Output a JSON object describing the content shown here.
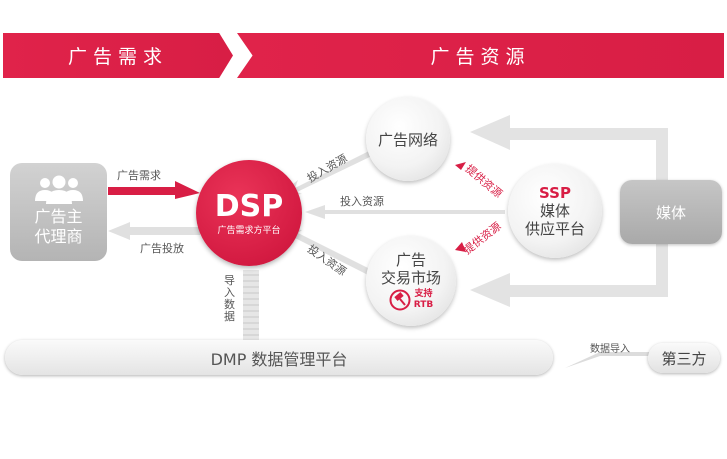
{
  "banner": {
    "left_title": "广告需求",
    "right_title": "广告资源"
  },
  "advertiser": {
    "icon": "people-group-icon",
    "line1": "广告主",
    "line2": "代理商"
  },
  "arrows": {
    "demand": "广告需求",
    "delivery": "广告投放",
    "invest_top": "投入资源",
    "invest_mid": "投入资源",
    "invest_bottom": "投入资源",
    "provide_top": "提供资源",
    "provide_bottom": "提供资源",
    "import_data_vertical": "导入数据",
    "data_import": "数据导入"
  },
  "dsp": {
    "title": "DSP",
    "subtitle": "广告需求方平台"
  },
  "ad_network": {
    "label": "广告网络"
  },
  "ad_exchange": {
    "line1": "广告",
    "line2": "交易市场",
    "icon": "auction-gavel-icon",
    "badge_line1": "支持",
    "badge_line2": "RTB"
  },
  "ssp": {
    "title": "SSP",
    "line1": "媒体",
    "line2": "供应平台"
  },
  "media": {
    "label": "媒体"
  },
  "dmp": {
    "label": "DMP 数据管理平台"
  },
  "third_party": {
    "label": "第三方"
  },
  "colors": {
    "brand_red": "#d81e45",
    "gray_box": "#b8b8b8",
    "arrow_gray": "#e2e2e2"
  }
}
